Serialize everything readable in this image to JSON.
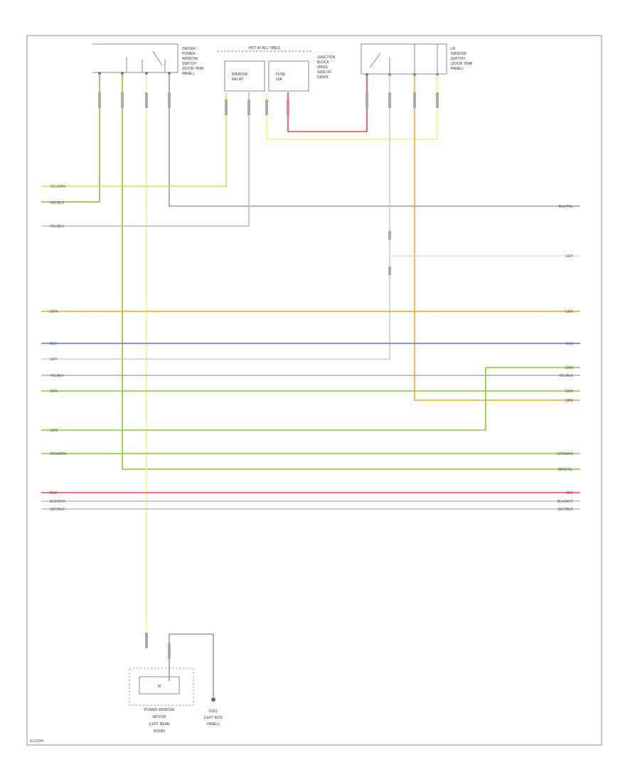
{
  "diagram": {
    "footer_code": "W1234H",
    "components": {
      "left_switch": [
        "DRIVER",
        "POWER",
        "WINDOW",
        "SWITCH",
        "(DOOR TRIM",
        "PANEL)"
      ],
      "right_switch": [
        "LR",
        "WINDOW",
        "SWITCH",
        "(DOOR TRIM",
        "PANEL)"
      ],
      "center_header": "HOT AT ALL TIMES",
      "center_left_box": [
        "WINDOW",
        "RELAY"
      ],
      "center_right_box": [
        "FUSE",
        "10A"
      ],
      "center_caption": [
        "JUNCTION",
        "BLOCK",
        "(PASS",
        "SIDE OF",
        "DASH)"
      ],
      "motor_box": [
        "M"
      ],
      "motor_caption": [
        "POWER WINDOW",
        "MOTOR",
        "(LEFT REAR",
        "DOOR)"
      ],
      "ground_caption": [
        "G201",
        "(LEFT KICK",
        "PANEL)"
      ]
    },
    "left_wire_labels": [
      "YEL/GRN",
      "YEL/BLK",
      "YEL/BLK",
      "GRN",
      "BLU",
      "GRY",
      "YEL/BLK",
      "GRN",
      "GRN",
      "GRN/BRN",
      "RED",
      "BLK/WHT",
      "GRY/BLK"
    ],
    "right_wire_labels": [
      "BLK/YEL",
      "GRY",
      "GRN",
      "BLU",
      "GRN",
      "YEL/BLK",
      "GRN",
      "ORN",
      "GRN/BRN",
      "BRN/YEL",
      "RED",
      "BLK/WHT",
      "GRY/BLK"
    ],
    "wire_colors": {
      "orange": "#f5a623",
      "blue": "#5b6cf5",
      "green": "#7ed321",
      "lime": "#b8f04a",
      "yellow": "#f8f27a",
      "red": "#ff3b3b",
      "gray": "#999999",
      "olive": "#a8a830"
    }
  }
}
